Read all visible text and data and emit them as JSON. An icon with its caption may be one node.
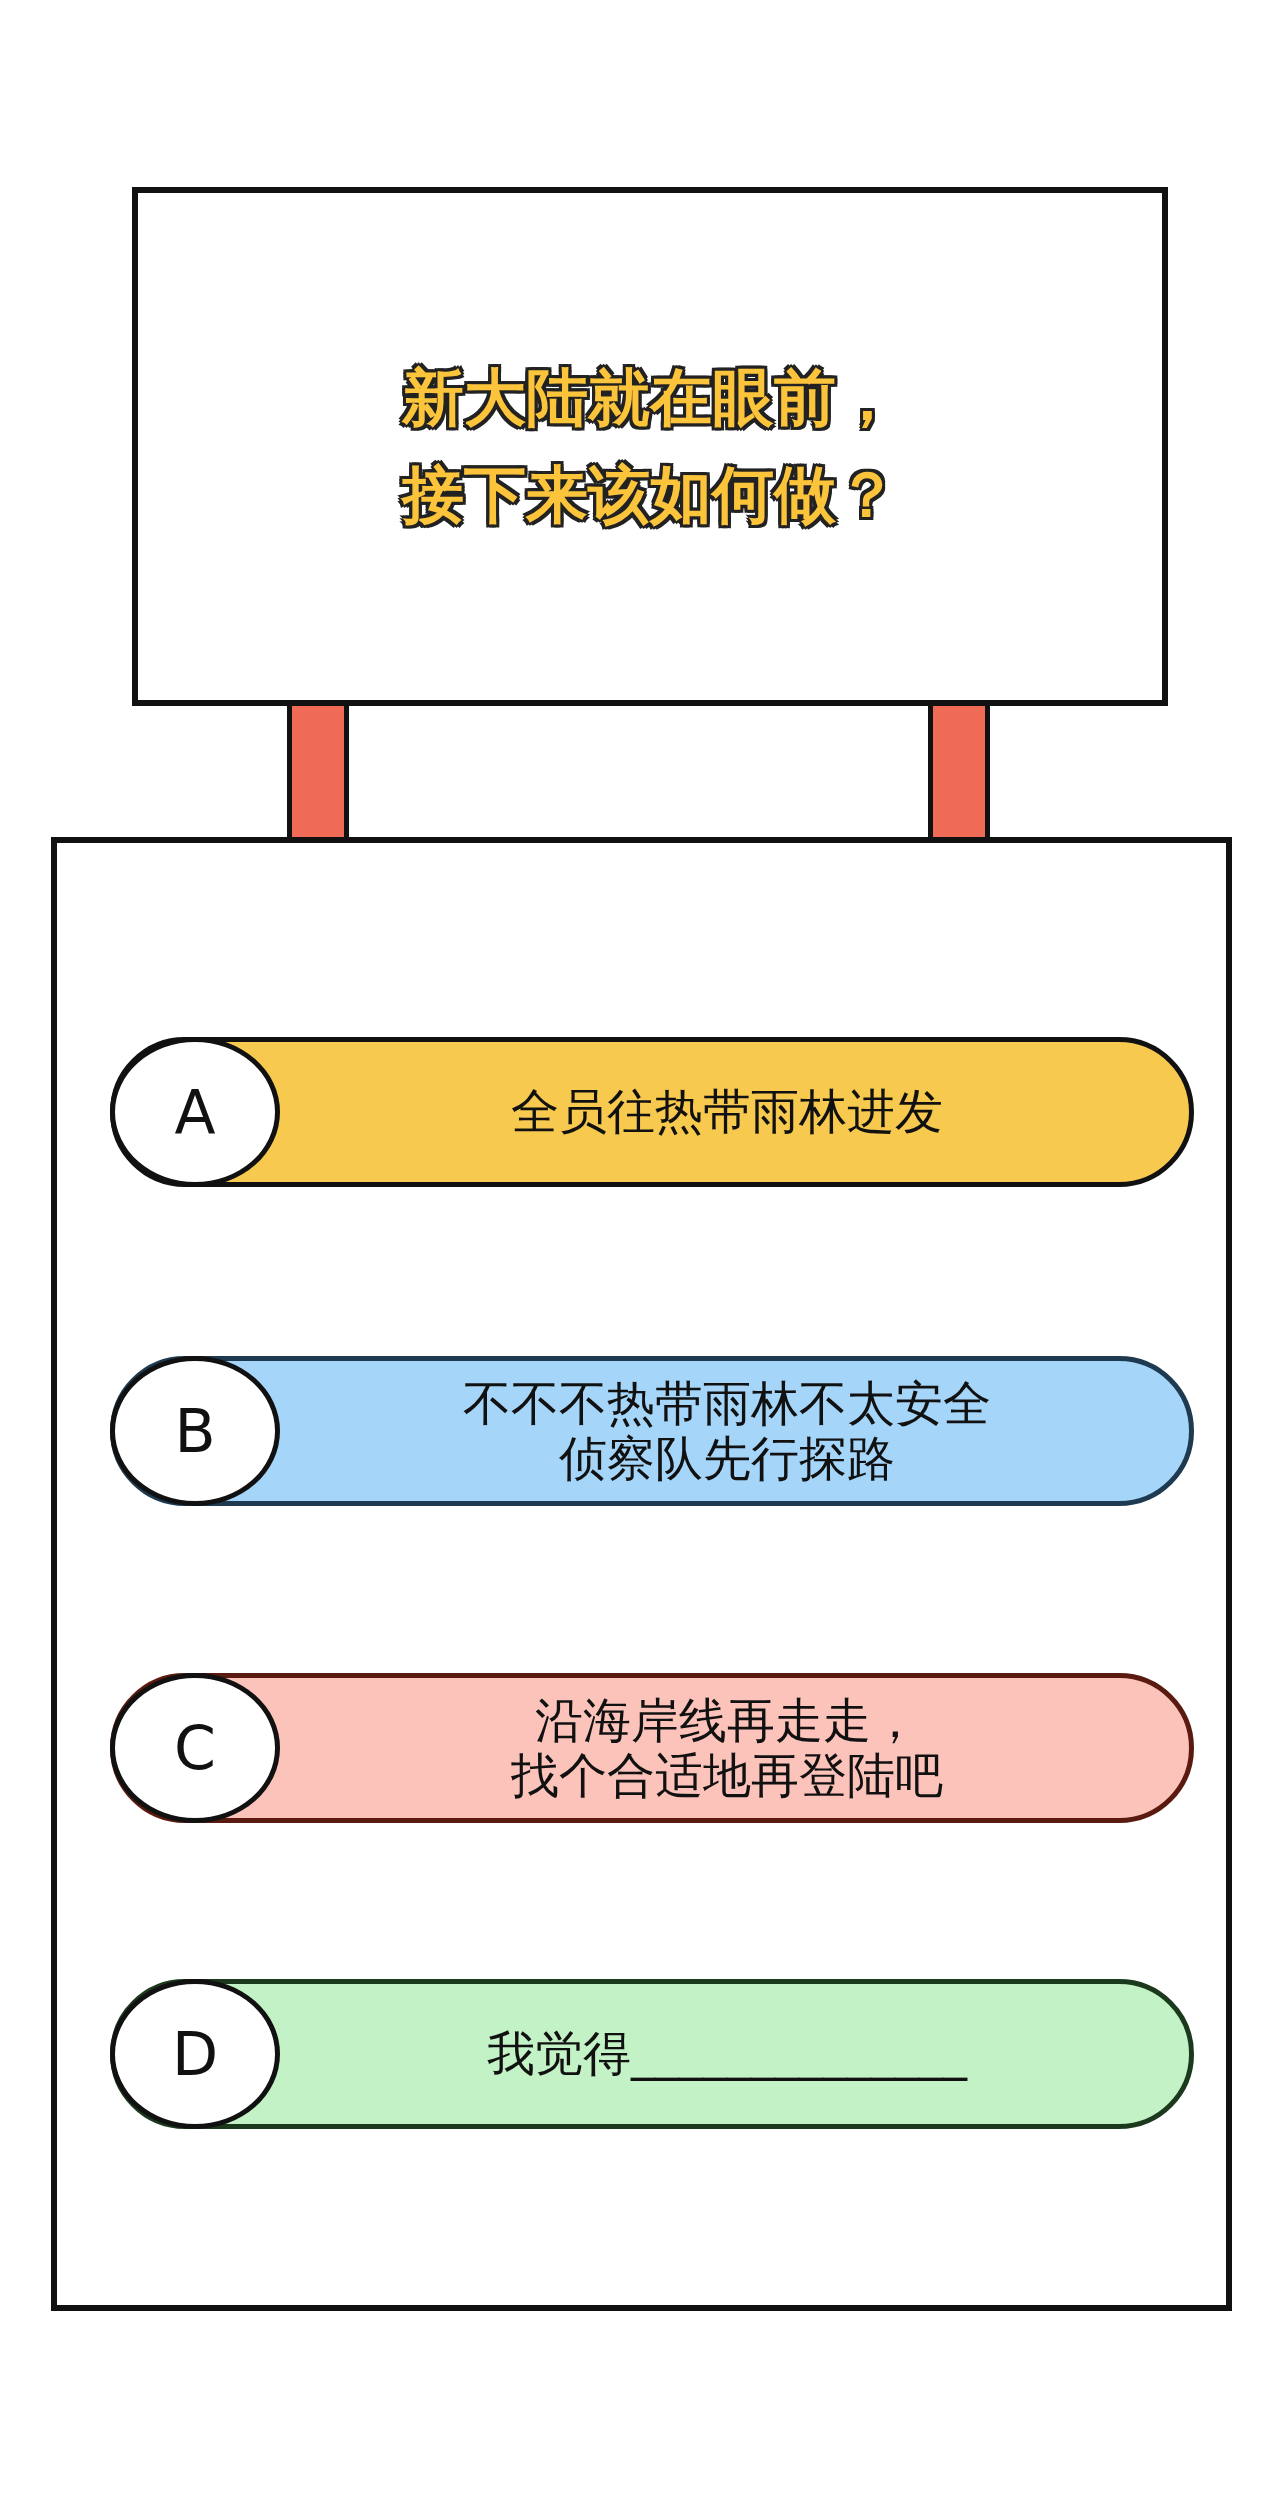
{
  "diagram": {
    "nodes": [
      {
        "text": [
          "新大陆就在眼前，接下来该如何做？"
        ]
      },
      {
        "text": [],
        "shape": "bar"
      },
      {
        "text": [],
        "shape": "bar"
      },
      {
        "text": [],
        "shape": "box"
      },
      {
        "text": [
          "A",
          "全员往热带雨林进发"
        ],
        "in": 3
      },
      {
        "text": [
          "B",
          "不不不热带雨林不太安全侦察队先行探路"
        ],
        "in": 3
      },
      {
        "text": [
          "C",
          "沿海岸线再走走，找个合适地再登陆吧"
        ],
        "in": 3
      },
      {
        "text": [
          "D",
          "我觉得______________"
        ],
        "in": 3
      }
    ]
  }
}
